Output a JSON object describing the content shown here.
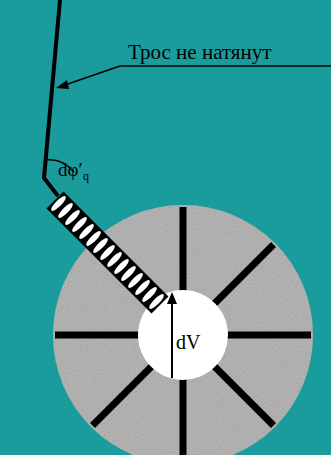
{
  "diagram": {
    "nodes": [
      {
        "text": [
          "dV"
        ]
      }
    ],
    "labels": [
      "Трос не натянут",
      "dφ′",
      "q"
    ]
  }
}
